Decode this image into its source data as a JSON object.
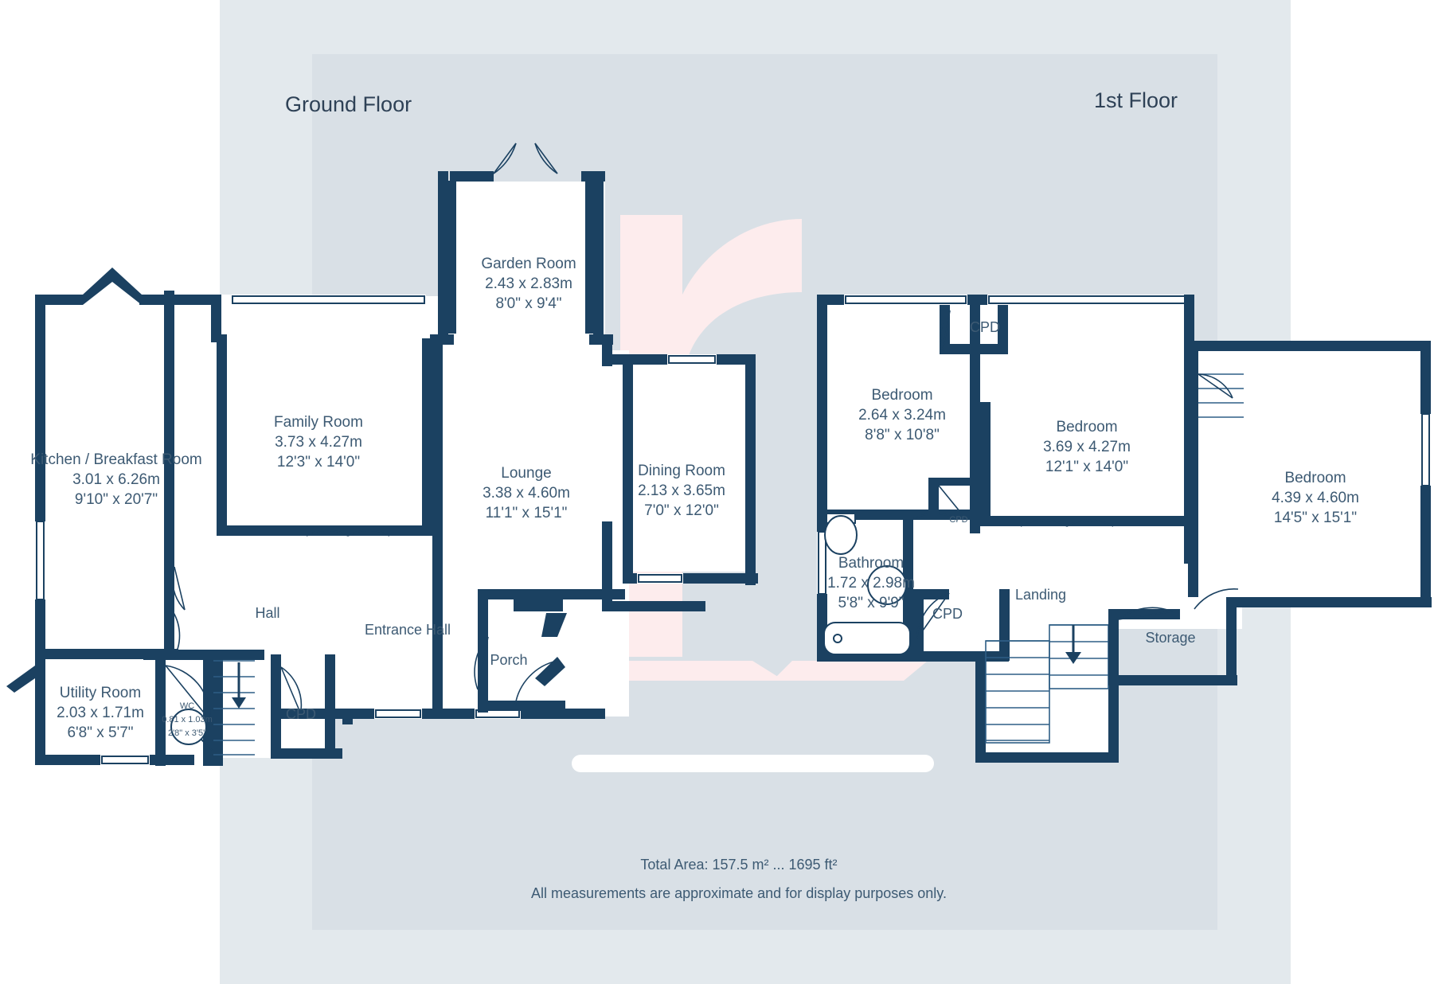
{
  "page": {
    "background_color": "#ffffff",
    "panel_color": "#e3e9ed",
    "inner_color": "#d9e0e6",
    "wall_color": "#1b4161",
    "text_color": "#3d5a73",
    "watermark_color": "#fdeced"
  },
  "floors": [
    {
      "id": "ground",
      "label": "Ground Floor"
    },
    {
      "id": "first",
      "label": "1st Floor"
    }
  ],
  "rooms": {
    "ground": [
      {
        "name": "Kitchen / Breakfast Room",
        "metric": "3.01 x 6.26m",
        "imperial": "9'10\" x 20'7\""
      },
      {
        "name": "Family Room",
        "metric": "3.73 x 4.27m",
        "imperial": "12'3\" x 14'0\""
      },
      {
        "name": "Garden Room",
        "metric": "2.43 x 2.83m",
        "imperial": "8'0\" x 9'4\""
      },
      {
        "name": "Lounge",
        "metric": "3.38 x 4.60m",
        "imperial": "11'1\" x 15'1\""
      },
      {
        "name": "Dining Room",
        "metric": "2.13 x 3.65m",
        "imperial": "7'0\" x 12'0\""
      },
      {
        "name": "Utility Room",
        "metric": "2.03 x 1.71m",
        "imperial": "6'8\" x 5'7\""
      },
      {
        "name": "WC",
        "metric": "0.81 x 1.03m",
        "imperial": "2'8\" x 3'5\""
      }
    ],
    "first": [
      {
        "name": "Bedroom",
        "metric": "2.64 x 3.24m",
        "imperial": "8'8\" x 10'8\""
      },
      {
        "name": "Bedroom",
        "metric": "3.69 x 4.27m",
        "imperial": "12'1\" x 14'0\""
      },
      {
        "name": "Bedroom",
        "metric": "4.39 x 4.60m",
        "imperial": "14'5\" x 15'1\""
      },
      {
        "name": "Bathroom",
        "metric": "1.72 x 2.98m",
        "imperial": "5'8\" x 9'9\""
      }
    ]
  },
  "small_labels": {
    "hall": "Hall",
    "entrance_hall": "Entrance Hall",
    "porch": "Porch",
    "cpd_ground": "CPD",
    "cpd_first_top": "CPD",
    "cpd_first_mid": "CPD",
    "cpd_first_low": "CPD",
    "landing": "Landing",
    "storage": "Storage"
  },
  "footer": {
    "total_area": "Total Area: 157.5 m² ... 1695 ft²",
    "disclaimer": "All measurements are approximate and for display purposes only."
  }
}
